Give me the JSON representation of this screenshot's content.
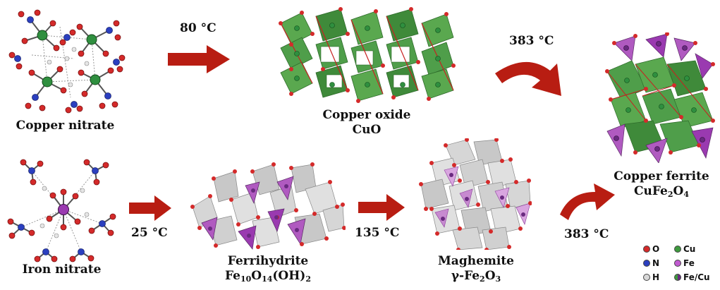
{
  "compounds": {
    "copper_nitrate": {
      "name": "Copper nitrate"
    },
    "copper_oxide": {
      "name": "Copper oxide",
      "formula": "CuO"
    },
    "copper_ferrite": {
      "name": "Copper ferrite",
      "formula_parts": [
        "CuFe",
        "2",
        "O",
        "4"
      ]
    },
    "iron_nitrate": {
      "name": "Iron nitrate"
    },
    "ferrihydrite": {
      "name": "Ferrihydrite",
      "formula_parts": [
        "Fe",
        "10",
        "O",
        "14",
        "(OH)",
        "2"
      ]
    },
    "maghemite": {
      "name": "Maghemite",
      "formula_parts": [
        "γ-Fe",
        "2",
        "O",
        "3"
      ]
    }
  },
  "temperatures": {
    "t1": "80 °C",
    "t2": "383 °C",
    "t3": "25 °C",
    "t4": "135 °C",
    "t5": "383 °C"
  },
  "legend": {
    "items": [
      {
        "symbol": "O",
        "color": "#d42a2a"
      },
      {
        "symbol": "Cu",
        "color": "#3e9a3e"
      },
      {
        "symbol": "N",
        "color": "#2b3fbf"
      },
      {
        "symbol": "Fe",
        "color": "#c05ad0"
      },
      {
        "symbol": "H",
        "color": "#d8d8d8"
      },
      {
        "symbol": "Fe/Cu",
        "color": "split"
      }
    ]
  },
  "colors": {
    "arrow": "#b81d12",
    "oxygen": "#d42a2a",
    "nitrogen": "#2b3fbf",
    "copper": "#2f8f3f",
    "iron": "#9a3ab0",
    "green_octa": "#4f9e4a",
    "purple_tetra": "#b05ac0",
    "grey_octa": "#c8c8c8"
  }
}
